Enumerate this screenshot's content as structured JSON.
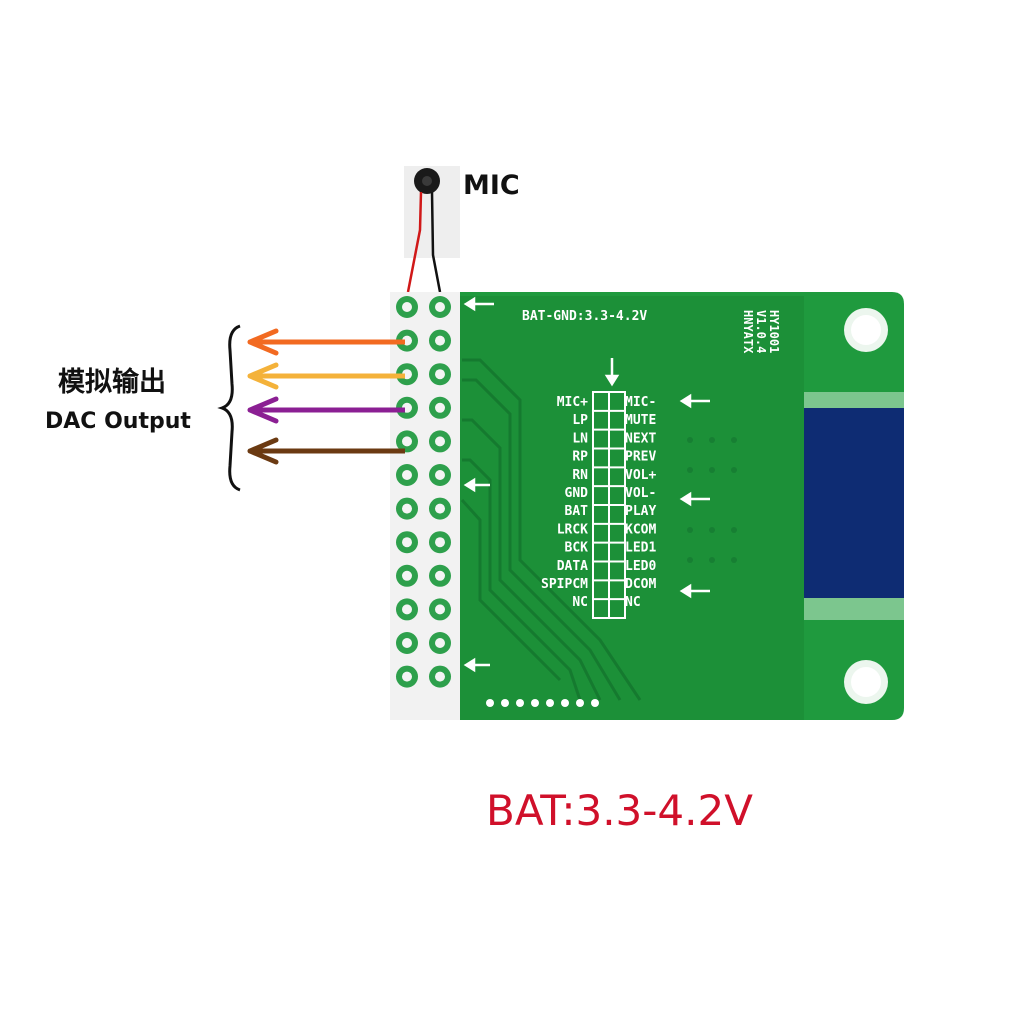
{
  "labels": {
    "mic": "MIC",
    "analog_output_cn": "模拟输出",
    "dac_output": "DAC Output",
    "bat_caption": "BAT:3.3-4.2V"
  },
  "board": {
    "header_text": "BAT-GND:3.3-4.2V",
    "version_lines": [
      "HY1001",
      "V1.0.4",
      "HNYATX"
    ],
    "left_pins": [
      "MIC+",
      "LP",
      "LN",
      "RP",
      "RN",
      "GND",
      "BAT",
      "LRCK",
      "BCK",
      "DATA",
      "SPIPCM",
      "NC"
    ],
    "right_pins": [
      "MIC-",
      "MUTE",
      "NEXT",
      "PREV",
      "VOL+",
      "VOL-",
      "PLAY",
      "KCOM",
      "LED1",
      "LED0",
      "DCOM",
      "NC"
    ],
    "pcb_color": "#1f9a3e",
    "module_color": "#0e2c73"
  },
  "arrows": [
    {
      "color": "#f26a21"
    },
    {
      "color": "#f4b23a"
    },
    {
      "color": "#8b1f93"
    },
    {
      "color": "#6b3a12"
    }
  ],
  "caption_color": "#d0102a"
}
